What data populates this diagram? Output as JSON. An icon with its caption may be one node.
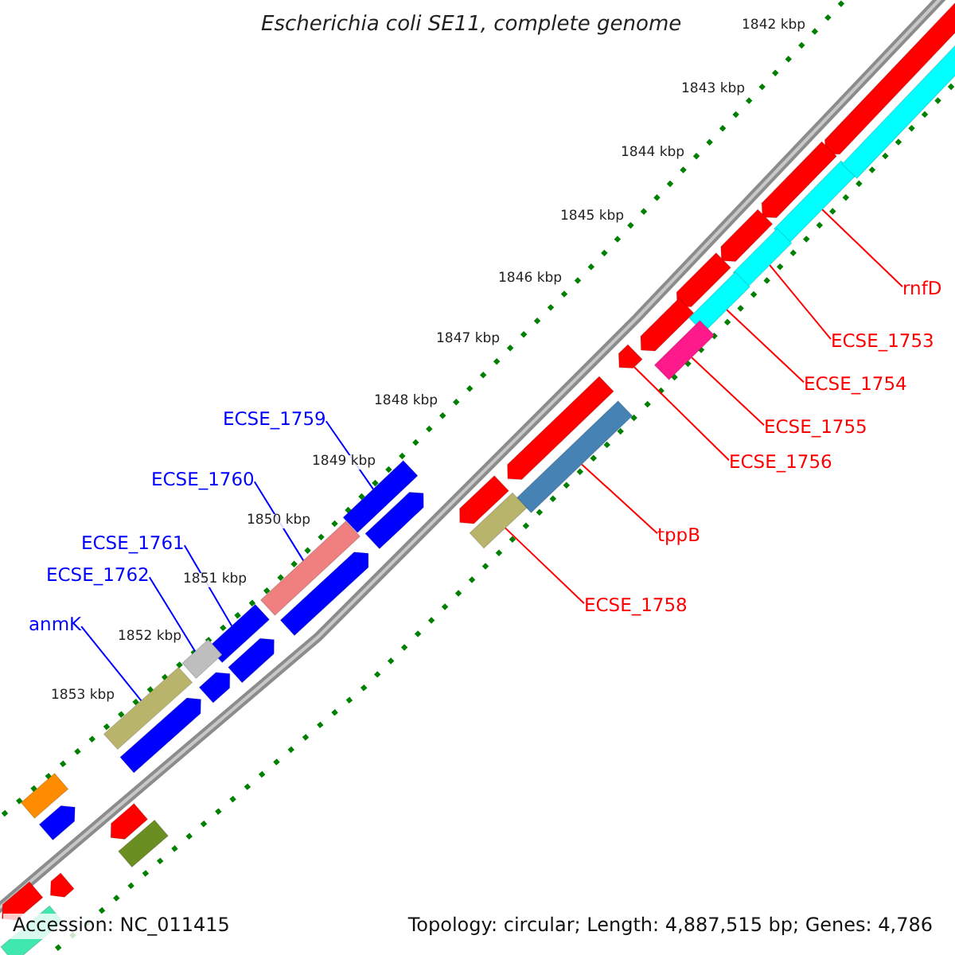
{
  "diagram": {
    "title": "Escherichia coli SE11, complete genome",
    "nodes": [
      {
        "text": [
          "ECSE_1759"
        ]
      },
      {
        "text": [
          "ECSE_1760"
        ]
      },
      {
        "text": [
          "ECSE_1761"
        ]
      },
      {
        "text": [
          "ECSE_1762"
        ]
      },
      {
        "text": [
          "anmK"
        ]
      },
      {
        "text": [
          "rnfD"
        ]
      },
      {
        "text": [
          "ECSE_1753"
        ]
      },
      {
        "text": [
          "ECSE_1754"
        ]
      },
      {
        "text": [
          "ECSE_1755"
        ]
      },
      {
        "text": [
          "ECSE_1756"
        ]
      },
      {
        "text": [
          "tppB"
        ]
      },
      {
        "text": [
          "ECSE_1758"
        ]
      },
      {
        "text": [],
        "shape": "bar"
      },
      {
        "text": [],
        "shape": "bar"
      },
      {
        "text": [],
        "shape": "bar"
      },
      {
        "text": [],
        "shape": "bar"
      },
      {
        "text": [],
        "shape": "bar"
      },
      {
        "text": [],
        "shape": "bar"
      },
      {
        "text": [],
        "shape": "bar"
      },
      {
        "text": [],
        "shape": "bar"
      },
      {
        "text": [],
        "shape": "bar"
      },
      {
        "text": [],
        "shape": "pentagon"
      },
      {
        "text": [],
        "shape": "bar"
      },
      {
        "text": [],
        "shape": "bar"
      },
      {
        "text": [],
        "shape": "pentagon"
      },
      {
        "text": [],
        "shape": "pentagon"
      },
      {
        "text": [],
        "shape": "pentagon"
      },
      {
        "text": [],
        "shape": "pentagon"
      },
      {
        "text": [],
        "shape": "pentagon"
      },
      {
        "text": [],
        "shape": "pentagon"
      },
      {
        "text": [],
        "shape": "bar"
      },
      {
        "text": [],
        "shape": "pentagon"
      },
      {
        "text": [],
        "shape": "pentagon"
      },
      {
        "text": [],
        "shape": "pentagon"
      },
      {
        "text": [],
        "shape": "pentagon"
      },
      {
        "text": [],
        "shape": "pentagon"
      },
      {
        "text": [],
        "shape": "pentagon"
      },
      {
        "text": [],
        "shape": "pentagon"
      },
      {
        "text": [],
        "shape": "pentagon"
      },
      {
        "text": [],
        "shape": "bar"
      },
      {
        "text": [],
        "shape": "pentagon"
      },
      {
        "text": [],
        "shape": "pentagon"
      },
      {
        "text": [],
        "shape": "bar"
      },
      {
        "text": [],
        "shape": "bar"
      }
    ],
    "edges": [
      {
        "from": 0,
        "to": 12,
        "arrow": "none",
        "color": "#0000ff"
      },
      {
        "from": 1,
        "to": 13,
        "arrow": "none",
        "color": "#0000ff"
      },
      {
        "from": 2,
        "to": 14,
        "arrow": "none",
        "color": "#0000ff"
      },
      {
        "from": 3,
        "to": 15,
        "arrow": "none",
        "color": "#0000ff"
      },
      {
        "from": 4,
        "to": 16,
        "arrow": "none",
        "color": "#0000ff"
      },
      {
        "from": 5,
        "to": 17,
        "arrow": "none"
      },
      {
        "from": 6,
        "to": 18,
        "arrow": "none"
      },
      {
        "from": 7,
        "to": 19,
        "arrow": "none"
      },
      {
        "from": 8,
        "to": 20,
        "arrow": "none"
      },
      {
        "from": 9,
        "to": 21,
        "arrow": "none"
      },
      {
        "from": 10,
        "to": 22,
        "arrow": "none"
      },
      {
        "from": 11,
        "to": 23,
        "arrow": "none"
      }
    ],
    "labels": [
      "1842 kbp",
      "1843 kbp",
      "1844 kbp",
      "1845 kbp",
      "1846 kbp",
      "1847 kbp",
      "1848 kbp",
      "1849 kbp",
      "1850 kbp",
      "1851 kbp",
      "1852 kbp",
      "1853 kbp",
      "Accession: NC_011415",
      "Topology: circular; Length: 4,887,515 bp; Genes: 4,786"
    ]
  }
}
